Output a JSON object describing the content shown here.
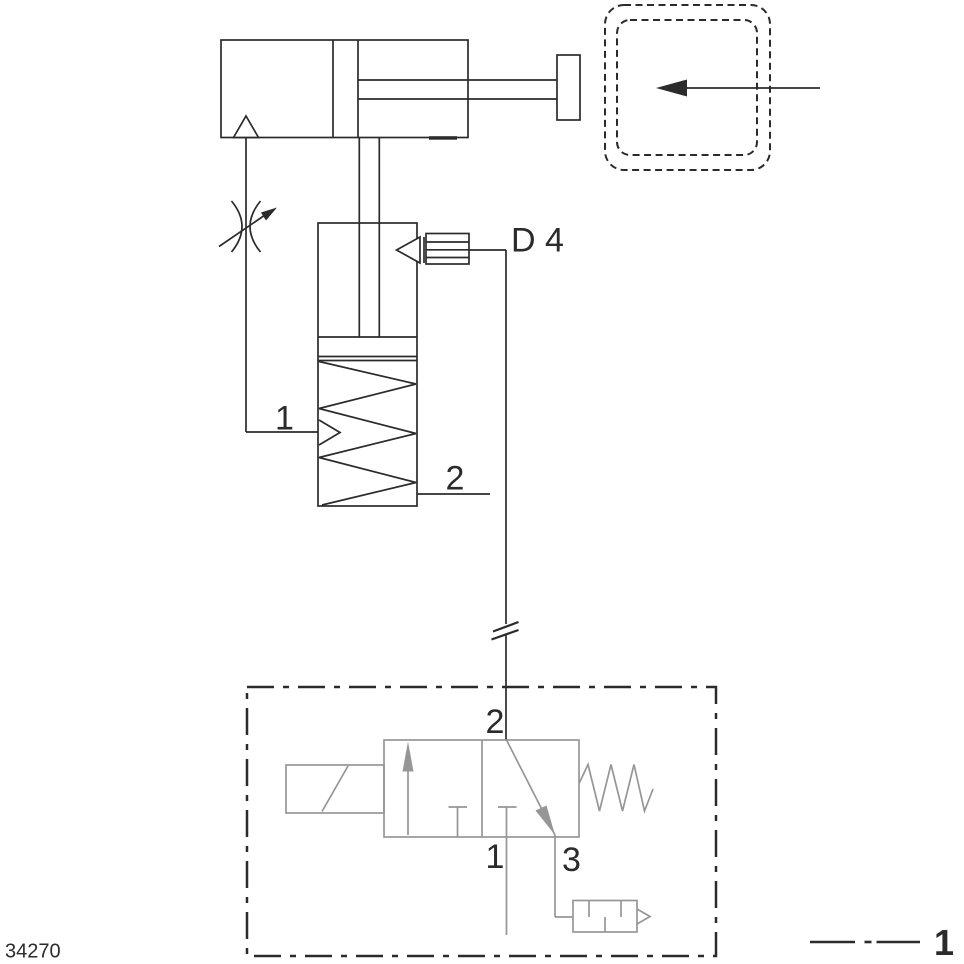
{
  "diagram": {
    "figure_number": "34270",
    "labels": {
      "fitting": "D 4",
      "lock_port_supply": "1",
      "lock_port_pilot": "2",
      "valve_port_outlet": "2",
      "valve_port_inlet": "1",
      "valve_port_exhaust": "3",
      "legend_item": "1"
    },
    "colors": {
      "line": "#2b2b2b",
      "component_gray": "#969696",
      "background": "#ffffff"
    }
  }
}
